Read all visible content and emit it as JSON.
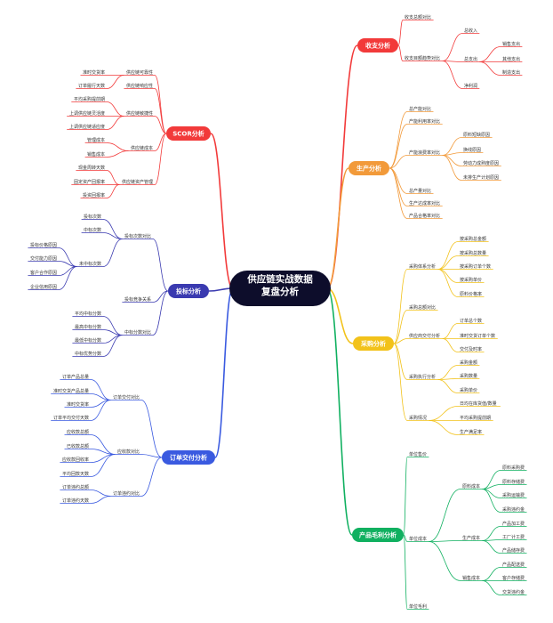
{
  "root": {
    "label": "供应链实战数据\n复盘分析",
    "color": "#0d0d2b"
  },
  "branches": [
    {
      "id": "shouzhi",
      "label": "收支分析",
      "color": "#f23a3a",
      "children": [
        {
          "label": "收支总额对比"
        },
        {
          "label": "收支目额趋势对比",
          "children": [
            {
              "label": "总收入"
            },
            {
              "label": "总支出",
              "children": [
                {
                  "label": "销售支出"
                },
                {
                  "label": "其他支出"
                },
                {
                  "label": "制造支出"
                }
              ]
            },
            {
              "label": "净利润"
            }
          ]
        }
      ]
    },
    {
      "id": "shengchan",
      "label": "生产分析",
      "color": "#f29a3a",
      "children": [
        {
          "label": "总产能对比"
        },
        {
          "label": "产能利用率对比"
        },
        {
          "label": "产能浪费率对比",
          "children": [
            {
              "label": "原料短缺原因"
            },
            {
              "label": "换线原因"
            },
            {
              "label": "劳动力成熟度原因"
            },
            {
              "label": "未排生产计划原因"
            }
          ]
        },
        {
          "label": "总产量对比"
        },
        {
          "label": "生产达成率对比"
        },
        {
          "label": "产品合格率对比"
        }
      ]
    },
    {
      "id": "caigou",
      "label": "采购分析",
      "color": "#f2c21a",
      "children": [
        {
          "label": "采购体系分析",
          "children": [
            {
              "label": "按采购总金额"
            },
            {
              "label": "按采购总数量"
            },
            {
              "label": "按采购订单个数"
            },
            {
              "label": "按采购单价"
            },
            {
              "label": "原料价格率"
            }
          ]
        },
        {
          "label": "采购总额对比"
        },
        {
          "label": "供应商交付分析",
          "children": [
            {
              "label": "订单总个数"
            },
            {
              "label": "准时交货订单个数"
            },
            {
              "label": "交付及时率"
            }
          ]
        },
        {
          "label": "采购执行分析",
          "children": [
            {
              "label": "采购金额"
            },
            {
              "label": "采购数量"
            },
            {
              "label": "采购单价"
            }
          ]
        },
        {
          "label": "采购情况",
          "children": [
            {
              "label": "日均在库货值/数量"
            },
            {
              "label": "平均采购提前期"
            },
            {
              "label": "生产满足率"
            }
          ]
        }
      ]
    },
    {
      "id": "maoli",
      "label": "产品毛利分析",
      "color": "#10b060",
      "children": [
        {
          "label": "单位售价"
        },
        {
          "label": "单位成本",
          "children": [
            {
              "label": "原料成本",
              "children": [
                {
                  "label": "原料采购费"
                },
                {
                  "label": "原料存储费"
                },
                {
                  "label": "采购运输费"
                },
                {
                  "label": "采购违约金"
                }
              ]
            },
            {
              "label": "生产成本",
              "children": [
                {
                  "label": "产品加工费"
                },
                {
                  "label": "工厂计工费"
                },
                {
                  "label": "产品储存费"
                }
              ]
            },
            {
              "label": "销售成本",
              "children": [
                {
                  "label": "产品配送费"
                },
                {
                  "label": "客户存储费"
                },
                {
                  "label": "交货违约金"
                }
              ]
            }
          ]
        },
        {
          "label": "单位毛利"
        }
      ]
    },
    {
      "id": "scor",
      "label": "SCOR分析",
      "color": "#f23a3a",
      "children": [
        {
          "label": "供应链可靠性",
          "children": [
            {
              "label": "准时交货率"
            },
            {
              "label": "订单履行天数"
            }
          ]
        },
        {
          "label": "供应链响应性"
        },
        {
          "label": "供应链敏捷性",
          "children": [
            {
              "label": "平均采购提前期"
            },
            {
              "label": "上调供应链灵活度"
            },
            {
              "label": "上调供应链适应度"
            }
          ]
        },
        {
          "label": "供应链成本",
          "children": [
            {
              "label": "管理成本"
            },
            {
              "label": "销售成本"
            }
          ]
        },
        {
          "label": "供应链资产管理",
          "children": [
            {
              "label": "现金周转天数"
            },
            {
              "label": "固定资产回报率"
            },
            {
              "label": "投资回报率"
            }
          ]
        }
      ]
    },
    {
      "id": "toubiao",
      "label": "投标分析",
      "color": "#3a3ab0",
      "children": [
        {
          "label": "投标次数对比",
          "children": [
            {
              "label": "投标次数"
            },
            {
              "label": "中标次数"
            },
            {
              "label": "未中标次数",
              "children": [
                {
                  "label": "投标价格原因"
                },
                {
                  "label": "交付能力原因"
                },
                {
                  "label": "客户合作原因"
                },
                {
                  "label": "企业信用原因"
                }
              ]
            }
          ]
        },
        {
          "label": "投标竞争关系"
        },
        {
          "label": "中标分数对比",
          "children": [
            {
              "label": "平均中标分数"
            },
            {
              "label": "最高中标分数"
            },
            {
              "label": "最低中标分数"
            },
            {
              "label": "中标优势分数"
            }
          ]
        }
      ]
    },
    {
      "id": "dingdan",
      "label": "订单交付分析",
      "color": "#3a5ae0",
      "children": [
        {
          "label": "订单交付对比",
          "children": [
            {
              "label": "订单产品总量"
            },
            {
              "label": "准时交货产品总量"
            },
            {
              "label": "准时交货率"
            },
            {
              "label": "订单平均交付天数"
            }
          ]
        },
        {
          "label": "应收款对比",
          "children": [
            {
              "label": "应收款总额"
            },
            {
              "label": "已收款总额"
            },
            {
              "label": "应收款回收率"
            },
            {
              "label": "平均回款天数"
            }
          ]
        },
        {
          "label": "订单违约对比",
          "children": [
            {
              "label": "订单违约总额"
            },
            {
              "label": "订单违约天数"
            }
          ]
        }
      ]
    }
  ]
}
